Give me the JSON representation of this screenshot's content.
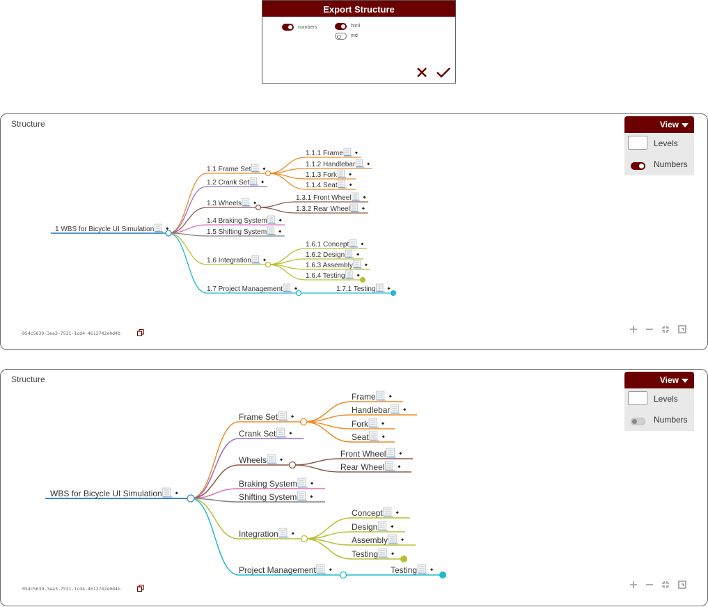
{
  "export_dialog": {
    "title": "Export Structure",
    "options": {
      "numbers": "numbers",
      "html": "html",
      "md": "md"
    },
    "numbers_on": true,
    "html_on": true,
    "md_on": false,
    "accent": "#6b0000"
  },
  "panels": [
    {
      "title": "Structure",
      "uuid": "054c5639-3ea3-7531-1cd4-4612742e0d4b",
      "view": {
        "label": "View",
        "levels_label": "Levels",
        "numbers_label": "Numbers",
        "numbers_on": true
      },
      "nodes": {
        "root": "1 WBS for Bicycle UI Simulation",
        "n1_1": "1.1 Frame Set",
        "n1_1_1": "1.1.1 Frame",
        "n1_1_2": "1.1.2 Handlebar",
        "n1_1_3": "1.1.3 Fork",
        "n1_1_4": "1.1.4 Seat",
        "n1_2": "1.2 Crank Set",
        "n1_3": "1.3 Wheels",
        "n1_3_1": "1.3.1 Front Wheel",
        "n1_3_2": "1.3.2 Rear Wheel",
        "n1_4": "1.4 Braking System",
        "n1_5": "1.5 Shifting System",
        "n1_6": "1.6 Integration",
        "n1_6_1": "1.6.1 Concept",
        "n1_6_2": "1.6.2 Design",
        "n1_6_3": "1.6.3 Assembly",
        "n1_6_4": "1.6.4 Testing",
        "n1_7": "1.7 Project Management",
        "n1_7_1": "1.7.1 Testing"
      }
    },
    {
      "title": "Structure",
      "uuid": "054c5639-3ea3-7531-1cd4-4612742e0d4b",
      "view": {
        "label": "View",
        "levels_label": "Levels",
        "numbers_label": "Numbers",
        "numbers_on": false
      },
      "nodes": {
        "root": "WBS for Bicycle UI Simulation",
        "n1_1": "Frame Set",
        "n1_1_1": "Frame",
        "n1_1_2": "Handlebar",
        "n1_1_3": "Fork",
        "n1_1_4": "Seat",
        "n1_2": "Crank Set",
        "n1_3": "Wheels",
        "n1_3_1": "Front Wheel",
        "n1_3_2": "Rear Wheel",
        "n1_4": "Braking System",
        "n1_5": "Shifting System",
        "n1_6": "Integration",
        "n1_6_1": "Concept",
        "n1_6_2": "Design",
        "n1_6_3": "Assembly",
        "n1_6_4": "Testing",
        "n1_7": "Project Management",
        "n1_7_1": "Testing"
      }
    }
  ],
  "branch_colors": {
    "root": "#3a86c8",
    "frame": "#f08a24",
    "crank": "#9b6bd0",
    "wheels": "#8b5a4a",
    "braking": "#e06fc0",
    "shifting": "#808080",
    "integration": "#b8c030",
    "pm": "#1eb8d0"
  },
  "icons": [
    "note-icon",
    "diamond-icon",
    "copy-icon",
    "zoom-in-icon",
    "zoom-out-icon",
    "fit-icon",
    "expand-icon",
    "close-icon",
    "check-icon",
    "caret-down-icon"
  ]
}
